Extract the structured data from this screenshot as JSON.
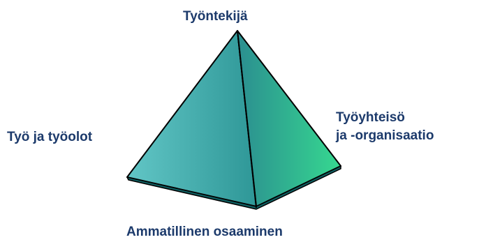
{
  "labels": {
    "top": "Työntekijä",
    "left": "Työ ja työolot",
    "right_line1": "Työyhteisö",
    "right_line2": "ja -organisaatio",
    "bottom": "Ammatillinen osaaminen"
  },
  "colors": {
    "label_text": "#1c3a6b",
    "face_left_light": "#62c6c6",
    "face_left_dark": "#2e9797",
    "face_right_dark": "#2b8e90",
    "face_right_light": "#36d890",
    "base_face": "#0f5f61",
    "edge": "#000000"
  }
}
